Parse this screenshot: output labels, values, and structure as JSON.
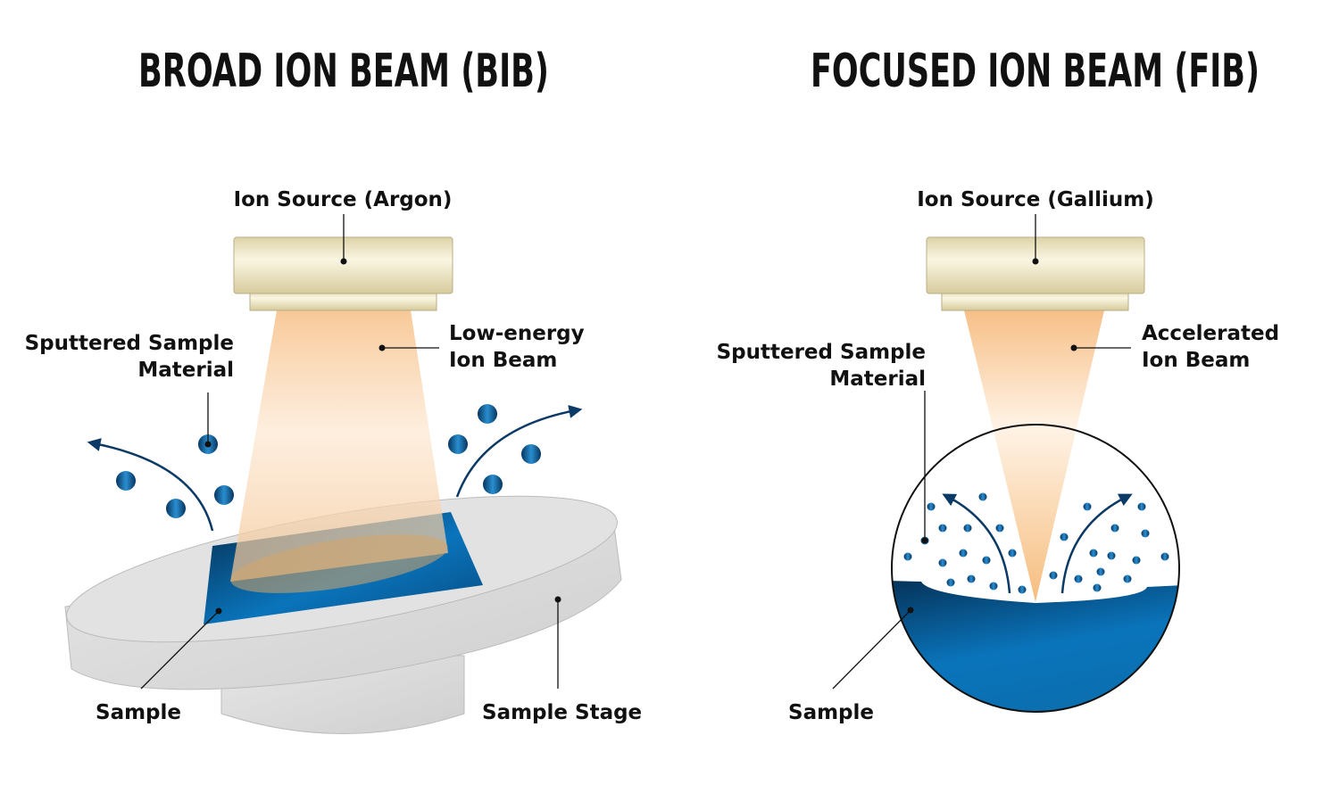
{
  "bib": {
    "title": "BROAD ION BEAM (BIB)",
    "ion_source": "Ion Source (Argon)",
    "sputtered_line1": "Sputtered Sample",
    "sputtered_line2": "Material",
    "beam_line1": "Low-energy",
    "beam_line2": "Ion Beam",
    "sample": "Sample",
    "stage": "Sample Stage"
  },
  "fib": {
    "title": "FOCUSED ION BEAM (FIB)",
    "ion_source": "Ion Source (Gallium)",
    "sputtered_line1": "Sputtered Sample",
    "sputtered_line2": "Material",
    "beam_line1": "Accelerated",
    "beam_line2": "Ion Beam",
    "sample": "Sample"
  },
  "colors": {
    "sample_blue": "#0a6fb5",
    "beam_orange": "#f7c08a",
    "source_tan": "#e6dcb4"
  }
}
